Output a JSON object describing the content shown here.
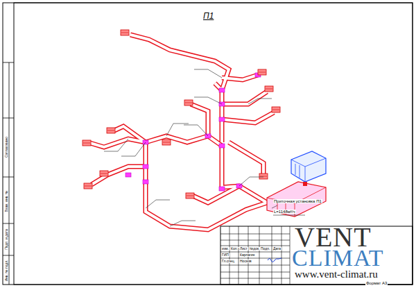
{
  "diagram": {
    "title": "П1",
    "labels": [
      "Приточная установка П1",
      "L=1148м³/ч",
      "изм.",
      "Кол.уч",
      "Лист",
      "№док.",
      "Подп.",
      "Дата",
      "ГИП",
      "Карлагин",
      "Гл.спец.",
      "Носков",
      "Согласовано",
      "Взам. инв. №",
      "Подп. и дата",
      "Инв. № подл.",
      "VENT",
      "CLIMAT",
      "www.vent-climat.ru",
      "Формат А3"
    ]
  }
}
